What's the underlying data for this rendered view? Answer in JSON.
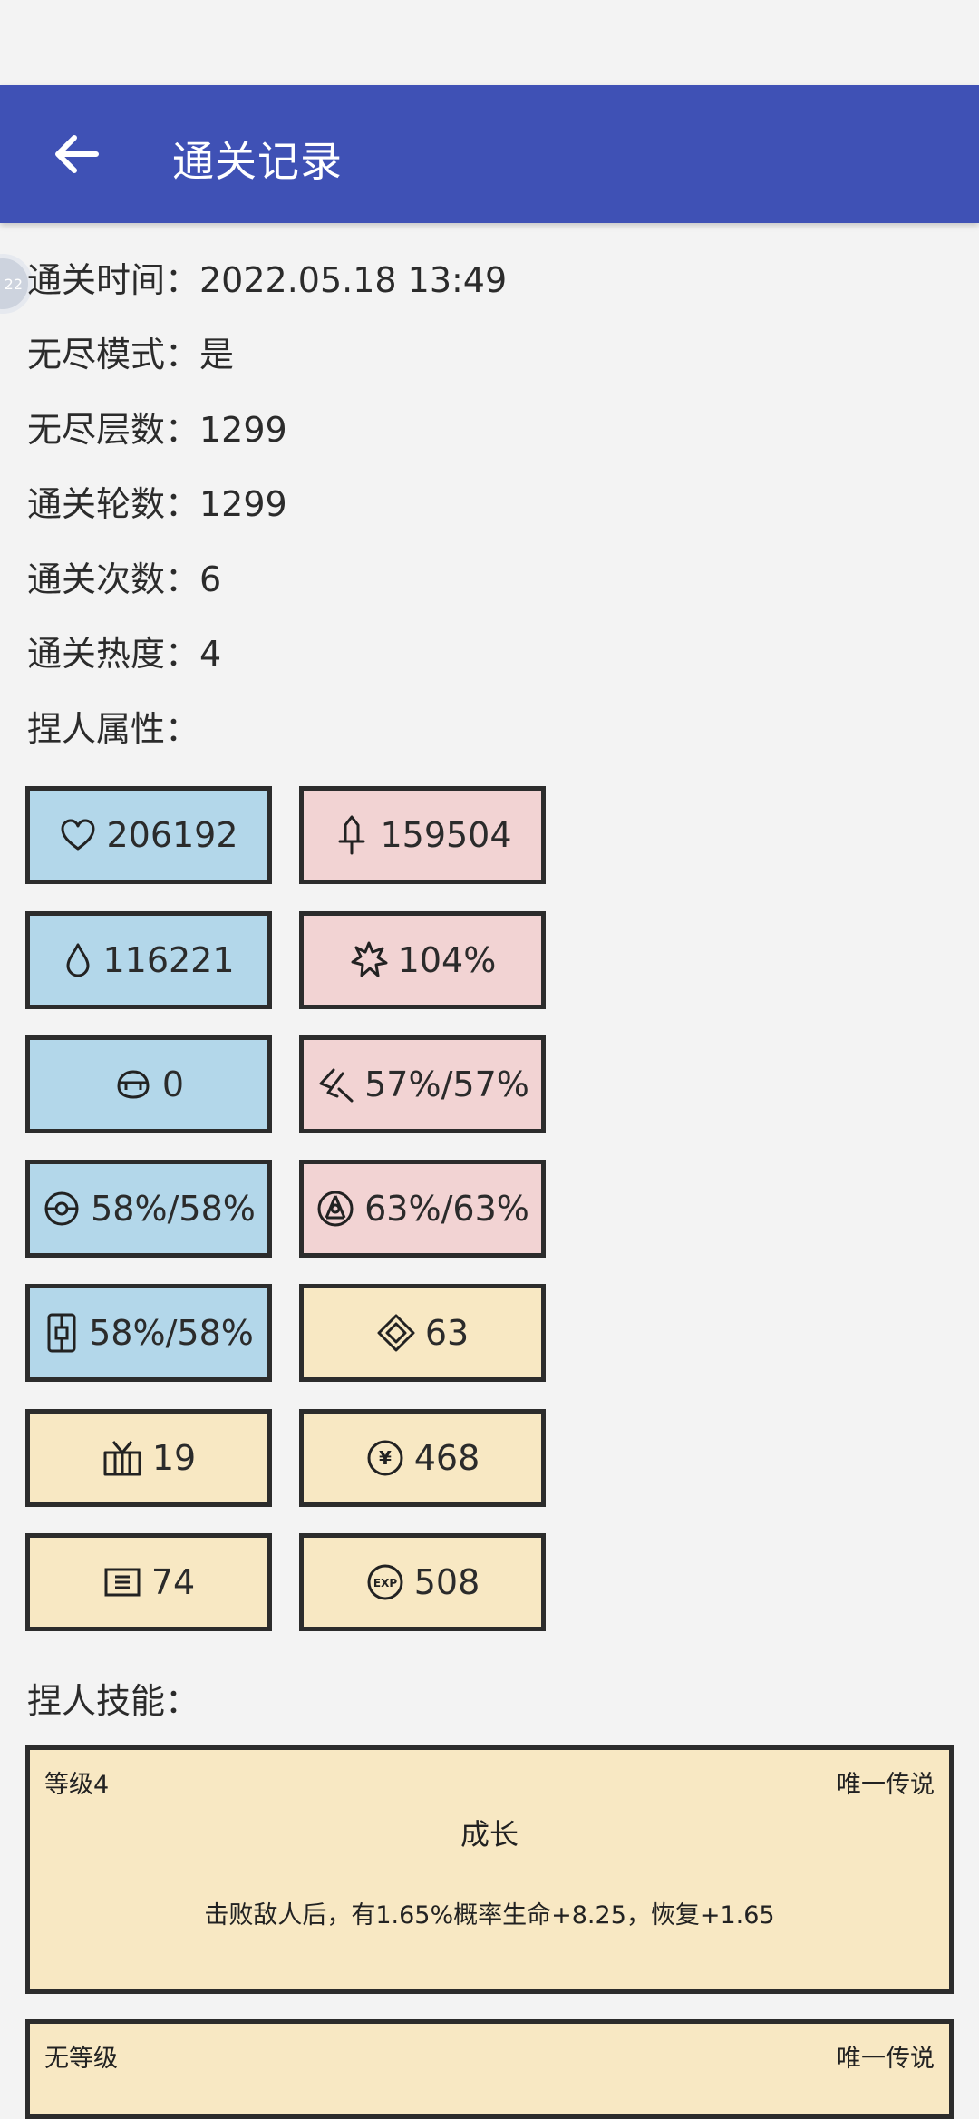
{
  "appbar": {
    "title": "通关记录",
    "back_icon": "arrow-left-icon",
    "color": "#3f51b5"
  },
  "float_ball": {
    "label": "22"
  },
  "info": {
    "clear_time": "通关时间：2022.05.18 13:49",
    "endless_mode": "无尽模式：是",
    "endless_floors": "无尽层数：1299",
    "clear_rounds": "通关轮数：1299",
    "clear_count": "通关次数：6",
    "clear_heat": "通关热度：4",
    "attributes_heading": "捏人属性：",
    "skills_heading": "捏人技能："
  },
  "stats": [
    {
      "icon": "heart-icon",
      "value": "206192",
      "color": "blue"
    },
    {
      "icon": "sword-icon",
      "value": "159504",
      "color": "pink"
    },
    {
      "icon": "drop-icon",
      "value": "116221",
      "color": "blue"
    },
    {
      "icon": "burst-icon",
      "value": "104%",
      "color": "pink"
    },
    {
      "icon": "helmet-icon",
      "value": "0",
      "color": "blue"
    },
    {
      "icon": "blades-icon",
      "value": "57%/57%",
      "color": "pink"
    },
    {
      "icon": "shield-ring-icon",
      "value": "58%/58%",
      "color": "blue"
    },
    {
      "icon": "triad-icon",
      "value": "63%/63%",
      "color": "pink"
    },
    {
      "icon": "lever-icon",
      "value": "58%/58%",
      "color": "blue"
    },
    {
      "icon": "diamond-icon",
      "value": "63",
      "color": "cream"
    },
    {
      "icon": "gift-icon",
      "value": "19",
      "color": "cream"
    },
    {
      "icon": "yen-coin-icon",
      "value": "468",
      "color": "cream"
    },
    {
      "icon": "scroll-box-icon",
      "value": "74",
      "color": "cream"
    },
    {
      "icon": "exp-coin-icon",
      "value": "508",
      "color": "cream"
    }
  ],
  "skills": [
    {
      "level": "等级4",
      "rarity": "唯一传说",
      "name": "成长",
      "description": "击败敌人后，有1.65%概率生命+8.25，恢复+1.65"
    },
    {
      "level": "无等级",
      "rarity": "唯一传说"
    }
  ]
}
